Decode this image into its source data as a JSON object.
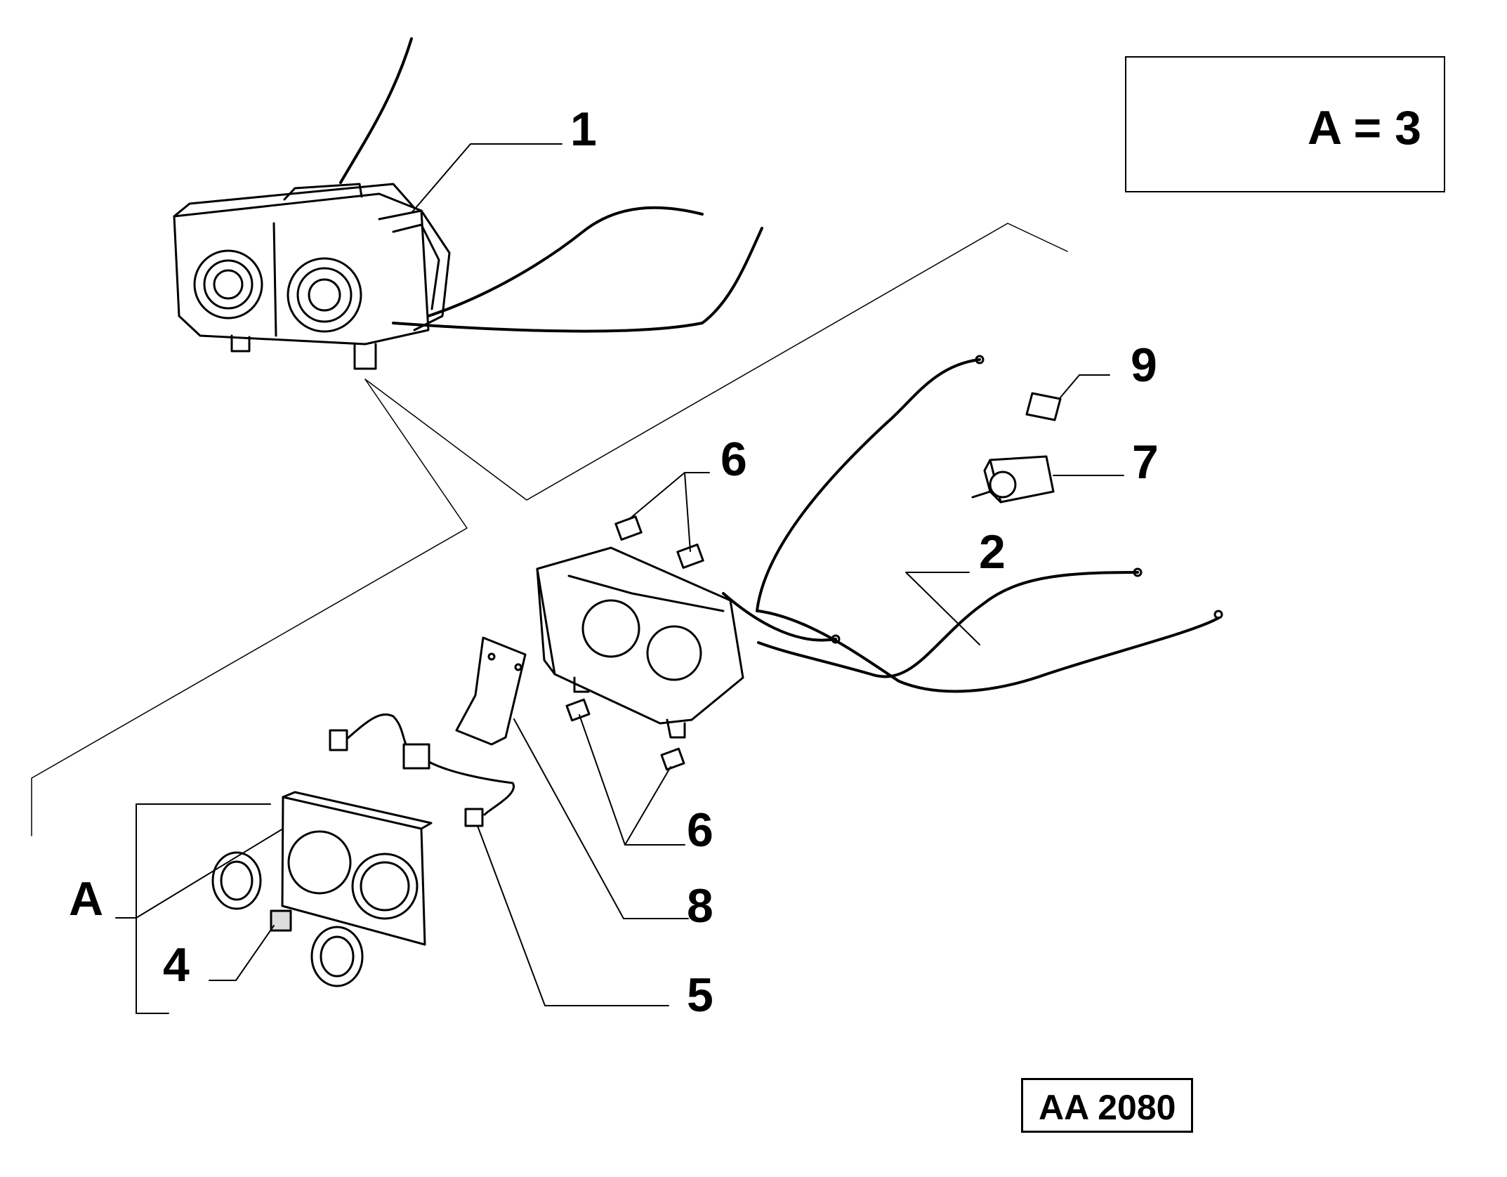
{
  "callouts": {
    "c1": "1",
    "c2": "2",
    "c4": "4",
    "c5": "5",
    "c6a": "6",
    "c6b": "6",
    "c7": "7",
    "c8": "8",
    "c9": "9",
    "cA": "A"
  },
  "legend": {
    "text": "A = 3",
    "icon": "fiat-kit-pack-icon"
  },
  "drawing_code": "AA 2080"
}
